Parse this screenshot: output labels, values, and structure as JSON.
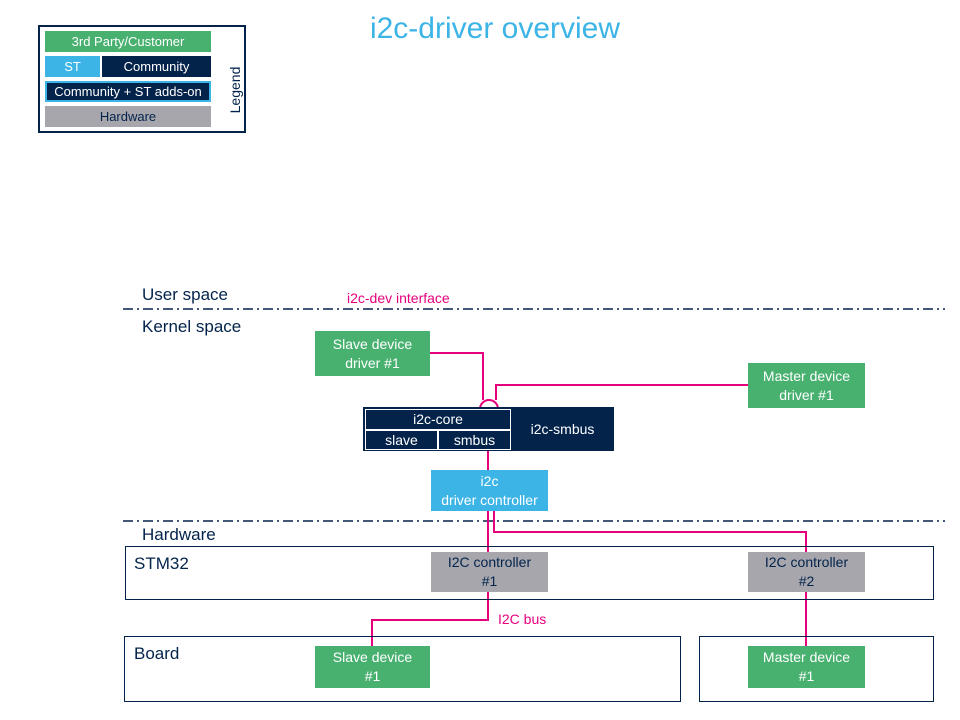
{
  "title": "i2c-driver overview",
  "legend": {
    "label": "Legend",
    "third_party": "3rd Party/Customer",
    "st": "ST",
    "community": "Community",
    "community_st": "Community + ST adds-on",
    "hardware": "Hardware"
  },
  "spaces": {
    "user": "User space",
    "kernel": "Kernel space",
    "hardware": "Hardware"
  },
  "interface_label": "i2c-dev interface",
  "slave_driver": {
    "line1": "Slave device",
    "line2": "driver #1"
  },
  "master_driver": {
    "line1": "Master device",
    "line2": "driver #1"
  },
  "i2c_core": {
    "core": "i2c-core",
    "slave": "slave",
    "smbus": "smbus",
    "i2c_smbus": "i2c-smbus"
  },
  "i2c_driver": {
    "line1": "i2c",
    "line2": "driver controller"
  },
  "stm32": {
    "label": "STM32",
    "ctrl1": {
      "line1": "I2C controller",
      "line2": "#1"
    },
    "ctrl2": {
      "line1": "I2C controller",
      "line2": "#2"
    }
  },
  "bus_label": "I2C bus",
  "board": {
    "label": "Board",
    "slave": {
      "line1": "Slave device",
      "line2": "#1"
    },
    "master": {
      "line1": "Master device",
      "line2": "#1"
    }
  },
  "colors": {
    "green": "#49b170",
    "st_blue": "#3cb4e6",
    "navy": "#03234b",
    "grey": "#a6a6ac",
    "magenta": "#e6007e"
  }
}
